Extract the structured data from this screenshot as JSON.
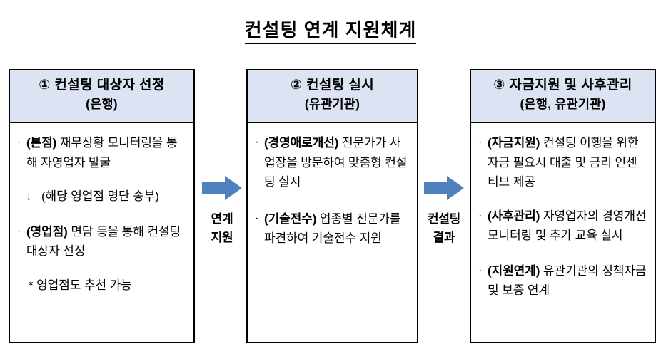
{
  "title": "컨설팅 연계 지원체계",
  "boxes": [
    {
      "id": "box-1",
      "header_main": "① 컨설팅 대상자 선정",
      "header_sub": "(은행)",
      "items": [
        {
          "kind": "bullet",
          "mark": "·",
          "strong": "(본점)",
          "text": " 재무상황 모니터링을 통해 자영업자 발굴"
        },
        {
          "kind": "sub-arrow",
          "mark": "↓",
          "strong": "",
          "text": "(해당 영업점 명단 송부)"
        },
        {
          "kind": "bullet",
          "mark": "·",
          "strong": "(영업점)",
          "text": " 면담 등을 통해 컨설팅 대상자 선정"
        },
        {
          "kind": "note",
          "mark": "",
          "strong": "",
          "text": "* 영업점도 추천 가능"
        }
      ]
    },
    {
      "id": "box-2",
      "header_main": "② 컨설팅 실시",
      "header_sub": "(유관기관)",
      "items": [
        {
          "kind": "bullet",
          "mark": "·",
          "strong": "(경영애로개선)",
          "text": " 전문가가 사업장을 방문하여 맞춤형 컨설팅 실시"
        },
        {
          "kind": "bullet",
          "mark": "·",
          "strong": "(기술전수)",
          "text": " 업종별 전문가를 파견하여 기술전수 지원"
        }
      ]
    },
    {
      "id": "box-3",
      "header_main": "③ 자금지원 및 사후관리",
      "header_sub": "(은행, 유관기관)",
      "items": [
        {
          "kind": "bullet",
          "mark": "·",
          "strong": "(자금지원)",
          "text": " 컨설팅 이행을 위한 자금 필요시 대출 및 금리 인센티브 제공"
        },
        {
          "kind": "bullet",
          "mark": "·",
          "strong": "(사후관리)",
          "text": " 자영업자의 경영개선 모니터링 및 추가 교육 실시"
        },
        {
          "kind": "bullet",
          "mark": "·",
          "strong": "(지원연계)",
          "text": " 유관기관의 정책자금 및 보증 연계"
        }
      ]
    }
  ],
  "connectors": [
    {
      "id": "connector-1",
      "label_line1": "연계",
      "label_line2": "지원"
    },
    {
      "id": "connector-2",
      "label_line1": "컨설팅",
      "label_line2": "결과"
    }
  ],
  "colors": {
    "arrow": "#4e81bd",
    "header_bg": "#dce3f2",
    "border": "#000000",
    "text": "#000000"
  }
}
